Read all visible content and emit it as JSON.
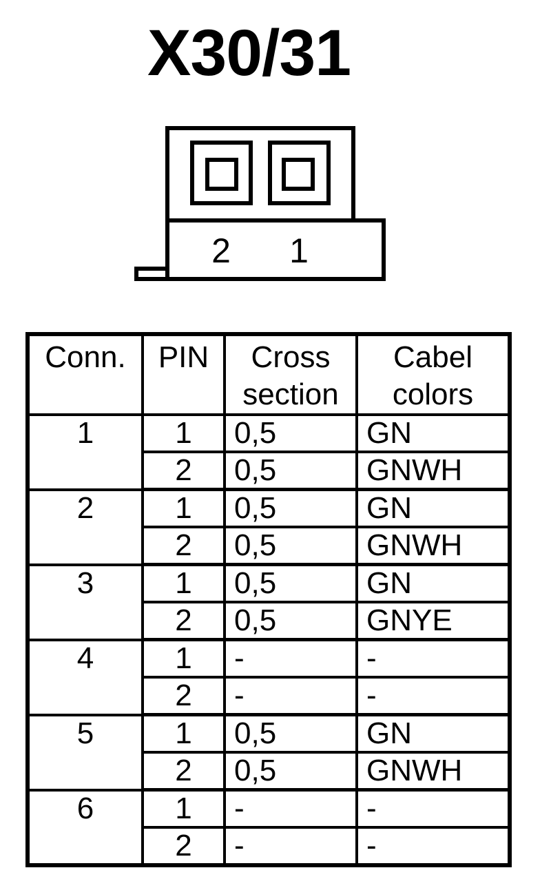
{
  "colors": {
    "background": "#ffffff",
    "ink": "#000000"
  },
  "title": "X30/31",
  "connector": {
    "pin_labels": [
      "2",
      "1"
    ]
  },
  "table": {
    "headers": [
      "Conn.",
      "PIN",
      "Cross\nsection",
      "Cabel\ncolors"
    ],
    "groups": [
      {
        "conn": "1",
        "pins": [
          {
            "pin": "1",
            "cross_section": "0,5",
            "cable_color": "GN"
          },
          {
            "pin": "2",
            "cross_section": "0,5",
            "cable_color": "GNWH"
          }
        ]
      },
      {
        "conn": "2",
        "pins": [
          {
            "pin": "1",
            "cross_section": "0,5",
            "cable_color": "GN"
          },
          {
            "pin": "2",
            "cross_section": "0,5",
            "cable_color": "GNWH"
          }
        ]
      },
      {
        "conn": "3",
        "pins": [
          {
            "pin": "1",
            "cross_section": "0,5",
            "cable_color": "GN"
          },
          {
            "pin": "2",
            "cross_section": "0,5",
            "cable_color": "GNYE"
          }
        ]
      },
      {
        "conn": "4",
        "pins": [
          {
            "pin": "1",
            "cross_section": "-",
            "cable_color": "-"
          },
          {
            "pin": "2",
            "cross_section": "-",
            "cable_color": "-"
          }
        ]
      },
      {
        "conn": "5",
        "pins": [
          {
            "pin": "1",
            "cross_section": "0,5",
            "cable_color": "GN"
          },
          {
            "pin": "2",
            "cross_section": "0,5",
            "cable_color": "GNWH"
          }
        ]
      },
      {
        "conn": "6",
        "pins": [
          {
            "pin": "1",
            "cross_section": "-",
            "cable_color": "-"
          },
          {
            "pin": "2",
            "cross_section": "-",
            "cable_color": "-"
          }
        ]
      }
    ]
  }
}
